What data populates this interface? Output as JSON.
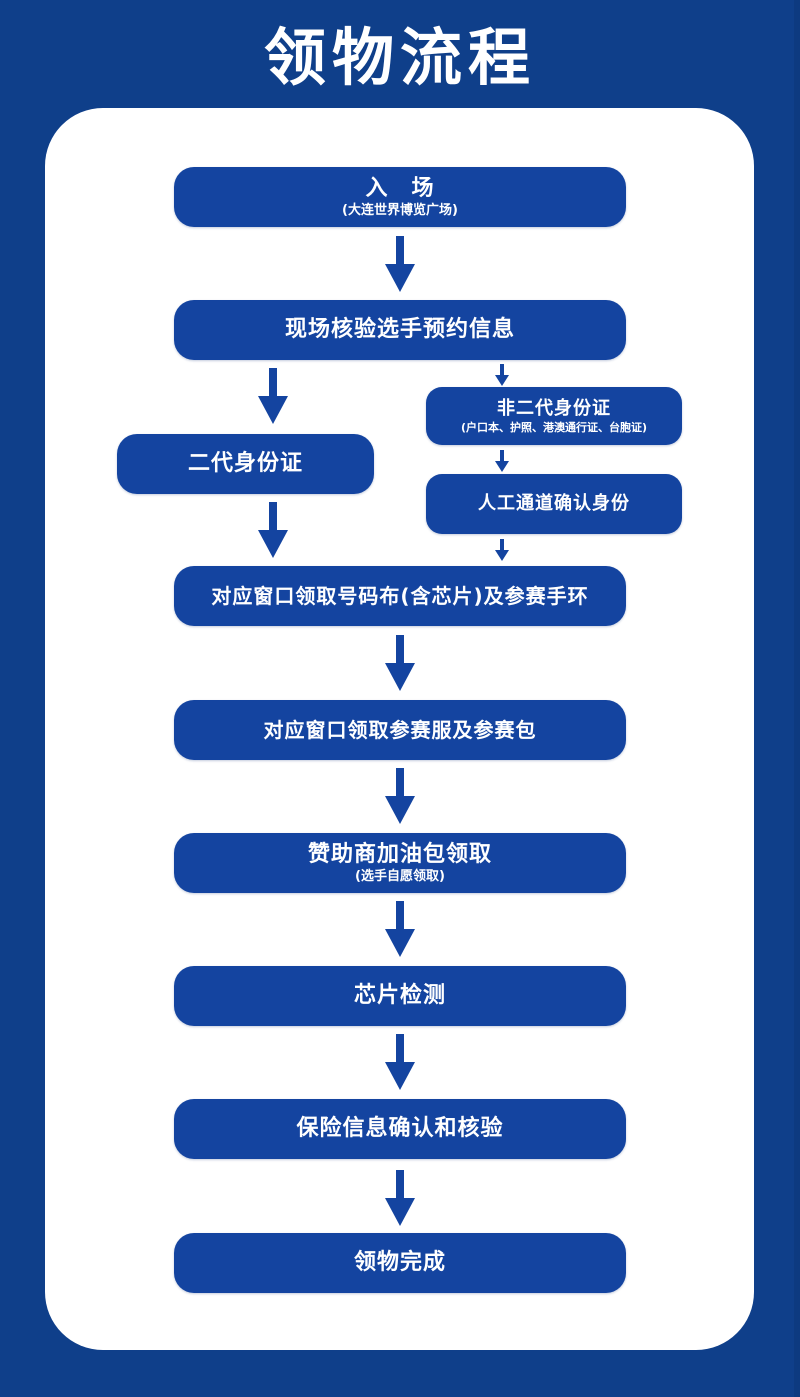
{
  "title": "领物流程",
  "colors": {
    "background": "#0f3f8a",
    "box": "#1444a0",
    "card": "#ffffff",
    "arrow": "#1444a0"
  },
  "steps": [
    {
      "id": "entry",
      "label": "入　场",
      "note": "(大连世界博览广场)"
    },
    {
      "id": "verify",
      "label": "现场核验选手预约信息"
    },
    {
      "id": "id-card",
      "label": "二代身份证"
    },
    {
      "id": "non-id-card",
      "label": "非二代身份证",
      "note": "(户口本、护照、港澳通行证、台胞证)"
    },
    {
      "id": "manual-lane",
      "label": "人工通道确认身份"
    },
    {
      "id": "bib",
      "label": "对应窗口领取号码布(含芯片)及参赛手环"
    },
    {
      "id": "kit",
      "label": "对应窗口领取参赛服及参赛包"
    },
    {
      "id": "sponsor",
      "label": "赞助商加油包领取",
      "note": "(选手自愿领取)"
    },
    {
      "id": "chip",
      "label": "芯片检测"
    },
    {
      "id": "insurance",
      "label": "保险信息确认和核验"
    },
    {
      "id": "done",
      "label": "领物完成"
    }
  ],
  "edges": [
    [
      "entry",
      "verify"
    ],
    [
      "verify",
      "id-card"
    ],
    [
      "verify",
      "non-id-card"
    ],
    [
      "non-id-card",
      "manual-lane"
    ],
    [
      "id-card",
      "bib"
    ],
    [
      "manual-lane",
      "bib"
    ],
    [
      "bib",
      "kit"
    ],
    [
      "kit",
      "sponsor"
    ],
    [
      "sponsor",
      "chip"
    ],
    [
      "chip",
      "insurance"
    ],
    [
      "insurance",
      "done"
    ]
  ]
}
